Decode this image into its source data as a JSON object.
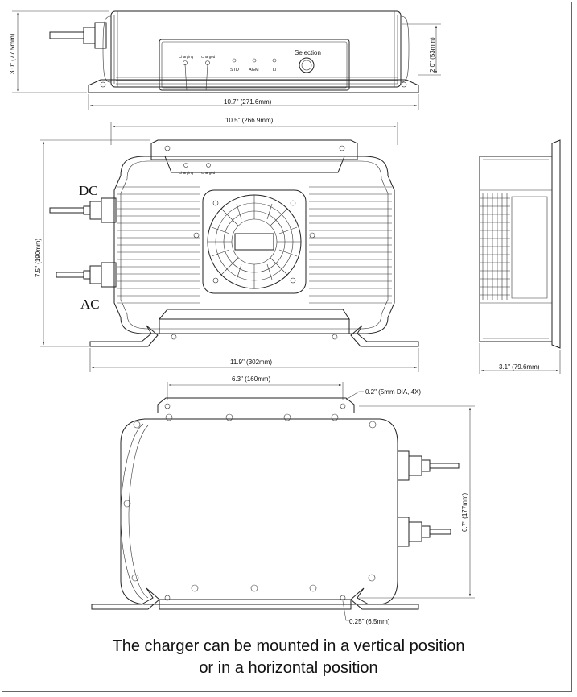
{
  "top_view": {
    "panel_labels": {
      "charging": "Charging",
      "charged": "Charged",
      "std": "STD",
      "agm": "AGM",
      "li": "Li",
      "selection": "Selection"
    },
    "dim_height": "3.0\" (77.5mm)",
    "dim_panel_height": "2.0\" (53mm)",
    "dim_width": "10.7\" (271.6mm)"
  },
  "front_view": {
    "dim_top_width": "10.5\" (266.9mm)",
    "dim_height": "7.5\" (190mm)",
    "dim_base_width": "11.9\" (302mm)",
    "label_dc": "DC",
    "label_ac": "AC",
    "led_charging": "Charging",
    "led_charged": "Charged"
  },
  "side_view": {
    "dim_depth": "3.1\" (79.6mm)"
  },
  "bottom_view": {
    "dim_hole_spacing": "6.3\" (160mm)",
    "dim_hole_dia": "0.2\" (5mm DIA, 4X)",
    "dim_height": "6.7\" (177mm)",
    "dim_foot_offset": "0.25\" (6.5mm)"
  },
  "caption": {
    "line1": "The charger can be mounted in a vertical position",
    "line2": "or in a horizontal position"
  }
}
